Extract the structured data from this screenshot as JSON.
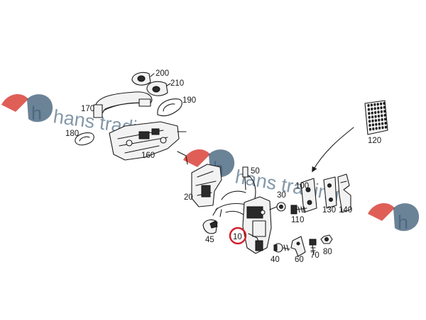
{
  "watermark": {
    "text": "hans trading",
    "logo_letter": "h",
    "colors": {
      "logo_blue": "#3a5a74",
      "logo_red": "#d9433a"
    }
  },
  "colors": {
    "highlight": "#d21f2b",
    "line": "#1b1b1b"
  },
  "parts": [
    {
      "id": "p200",
      "label": "200"
    },
    {
      "id": "p210",
      "label": "210"
    },
    {
      "id": "p190",
      "label": "190"
    },
    {
      "id": "p170",
      "label": "170"
    },
    {
      "id": "p180",
      "label": "180"
    },
    {
      "id": "p160",
      "label": "160"
    },
    {
      "id": "p120",
      "label": "120"
    },
    {
      "id": "p50",
      "label": "50"
    },
    {
      "id": "p20",
      "label": "20"
    },
    {
      "id": "p30",
      "label": "30"
    },
    {
      "id": "p100",
      "label": "100"
    },
    {
      "id": "p110",
      "label": "110"
    },
    {
      "id": "p130",
      "label": "130"
    },
    {
      "id": "p140",
      "label": "140"
    },
    {
      "id": "p10",
      "label": "10",
      "highlighted": true
    },
    {
      "id": "p45",
      "label": "45"
    },
    {
      "id": "p40",
      "label": "40"
    },
    {
      "id": "p60",
      "label": "60"
    },
    {
      "id": "p70",
      "label": "70"
    },
    {
      "id": "p80",
      "label": "80"
    }
  ]
}
